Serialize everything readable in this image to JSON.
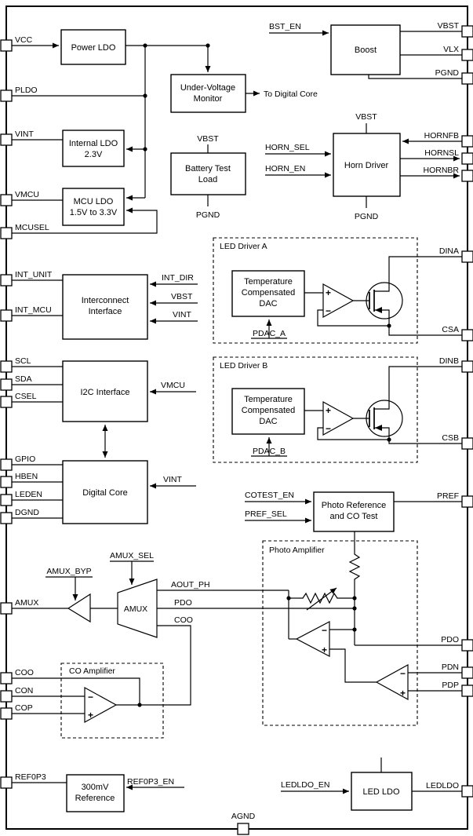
{
  "pins": {
    "left": [
      "VCC",
      "PLDO",
      "VINT",
      "VMCU",
      "MCUSEL",
      "INT_UNIT",
      "INT_MCU",
      "SCL",
      "SDA",
      "CSEL",
      "GPIO",
      "HBEN",
      "LEDEN",
      "DGND",
      "AMUX",
      "COO",
      "CON",
      "COP",
      "REF0P3"
    ],
    "right": [
      "VBST",
      "VLX",
      "PGND",
      "HORNFB",
      "HORNSL",
      "HORNBR",
      "DINA",
      "CSA",
      "DINB",
      "CSB",
      "PREF",
      "PDO",
      "PDN",
      "PDP",
      "LEDLDO"
    ],
    "bottom": "AGND"
  },
  "blocks": {
    "power_ldo": "Power LDO",
    "uvm": [
      "Under-Voltage",
      "Monitor"
    ],
    "internal_ldo": [
      "Internal LDO",
      "2.3V"
    ],
    "mcu_ldo": [
      "MCU LDO",
      "1.5V to 3.3V"
    ],
    "boost": "Boost",
    "battery_test": [
      "Battery Test",
      "Load"
    ],
    "horn_driver": "Horn Driver",
    "interconnect": [
      "Interconnect",
      "Interface"
    ],
    "i2c": "I2C Interface",
    "digital_core": "Digital Core",
    "dac": [
      "Temperature",
      "Compensated",
      "DAC"
    ],
    "photo_ref": [
      "Photo Reference",
      "and CO Test"
    ],
    "ref300": [
      "300mV",
      "Reference"
    ],
    "led_ldo": "LED LDO",
    "amux": "AMUX"
  },
  "groups": {
    "led_driver_a": "LED Driver A",
    "led_driver_b": "LED Driver B",
    "photo_amplifier": "Photo Amplifier",
    "co_amplifier": "CO Amplifier"
  },
  "nets": {
    "bst_en": "BST_EN",
    "to_digital_core": "To Digital Core",
    "vbst": "VBST",
    "pgnd": "PGND",
    "horn_sel": "HORN_SEL",
    "horn_en": "HORN_EN",
    "int_dir": "INT_DIR",
    "vint": "VINT",
    "vmcu": "VMCU",
    "pdac_a": "PDAC_A",
    "pdac_b": "PDAC_B",
    "cotest_en": "COTEST_EN",
    "pref_sel": "PREF_SEL",
    "amux_sel": "AMUX_SEL",
    "amux_byp": "AMUX_BYP",
    "aout_ph": "AOUT_PH",
    "pdo": "PDO",
    "coo": "COO",
    "ref0p3_en": "REF0P3_EN",
    "ledldo_en": "LEDLDO_EN"
  },
  "opamp": {
    "plus": "+",
    "minus": "−"
  }
}
